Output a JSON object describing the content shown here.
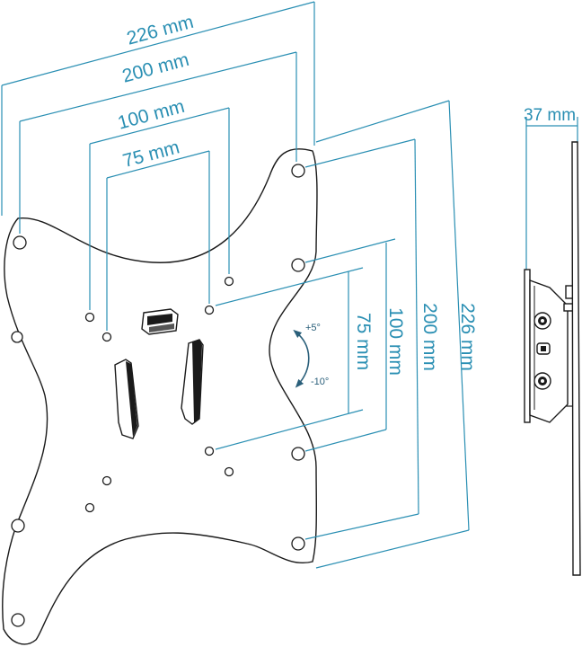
{
  "dimensions": {
    "horizontal": {
      "d226": "226 mm",
      "d200": "200 mm",
      "d100": "100 mm",
      "d75": "75 mm"
    },
    "vertical": {
      "d75": "75 mm",
      "d100": "100 mm",
      "d200": "200 mm",
      "d226": "226 mm"
    },
    "depth": "37 mm"
  },
  "tilt": {
    "up": "+5°",
    "down": "-10°"
  },
  "colors": {
    "dimension": "#2a8fb3",
    "outline": "#1a1a1a"
  }
}
